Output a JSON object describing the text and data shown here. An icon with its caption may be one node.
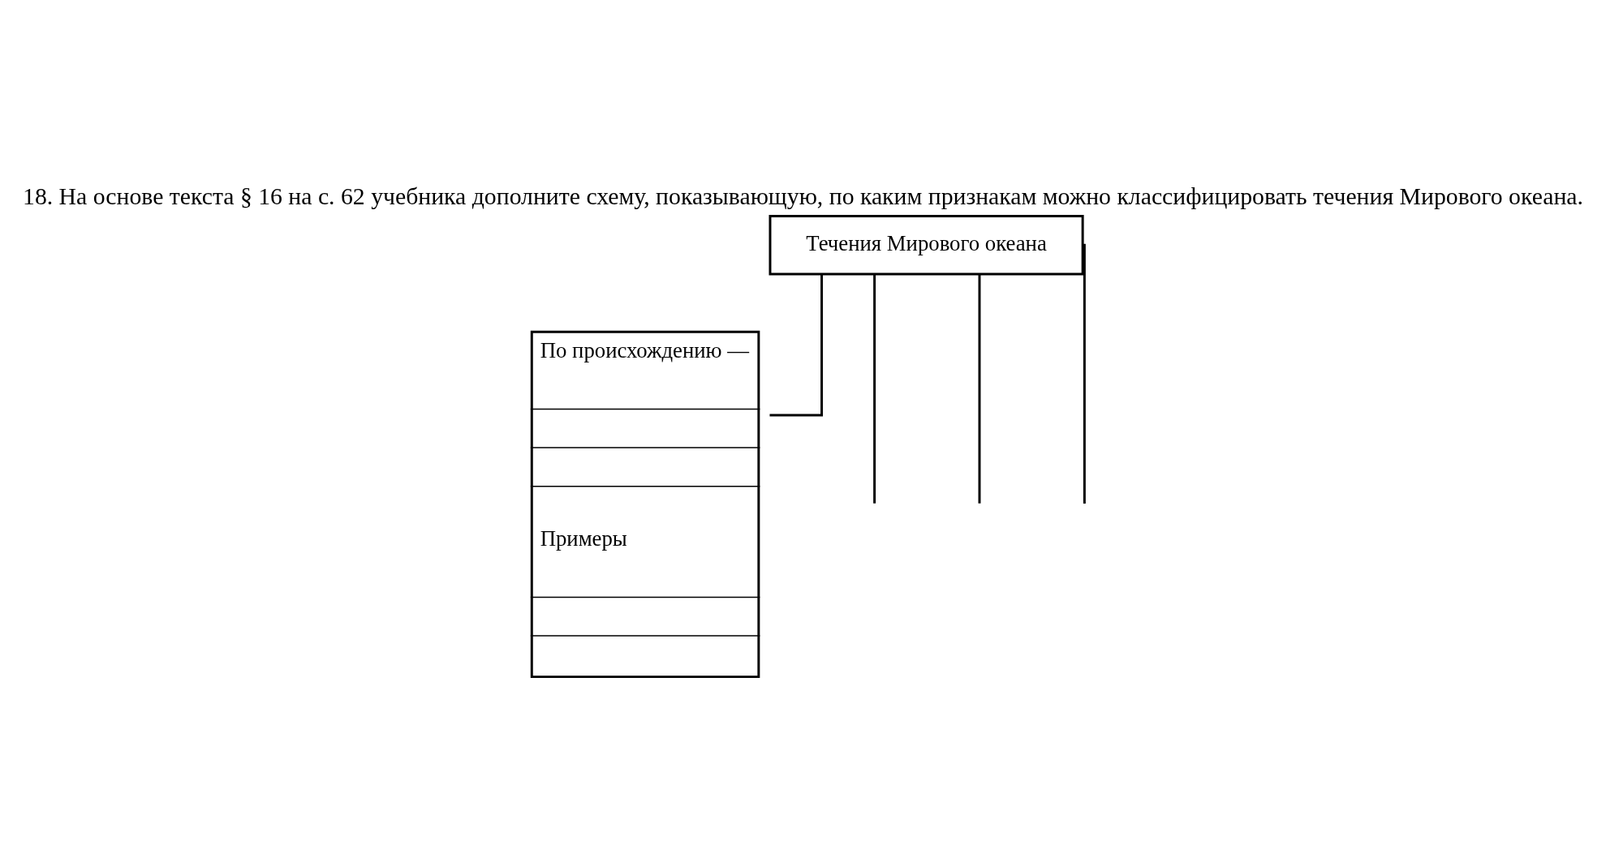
{
  "diagram": {
    "title": "18. На основе текста § 16 на с. 62 учебника дополните схему, показывающую, по каким признакам можно классифицировать течения Мирового океана.",
    "nodes": [
      {
        "text": [
          "Течения Мирового океана"
        ]
      },
      {
        "text": [
          "По происхождению —",
          "Примеры"
        ]
      }
    ],
    "edges": [
      {
        "from": 0,
        "to": 1,
        "arrow": "none"
      },
      {
        "from": 0,
        "to": null,
        "arrow": "none"
      },
      {
        "from": 0,
        "to": null,
        "arrow": "none"
      },
      {
        "from": 0,
        "to": null,
        "arrow": "none"
      }
    ]
  }
}
